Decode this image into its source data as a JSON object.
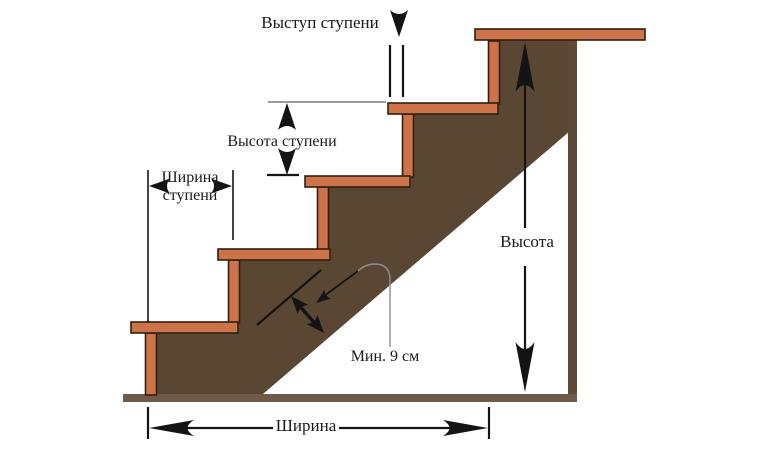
{
  "diagram": {
    "type": "staircase-dimension-scheme",
    "language": "ru",
    "steps_count": 5,
    "labels": {
      "step_nosing": "Выступ ступени",
      "step_height": "Высота ступени",
      "step_width_line1": "Ширина",
      "step_width_line2": "ступени",
      "total_height": "Высота",
      "min_stringer_thickness": "Мин. 9 см",
      "total_width": "Ширина"
    },
    "colors": {
      "background": "#ffffff",
      "tread_fill": "#cd7349",
      "tread_outline": "#32200f",
      "stringer_fill": "#594733",
      "wall_fill": "#5e4b37",
      "ground_fill": "#6e5b47",
      "dimension_color": "#141414",
      "guide_line_color": "#9b9b9b",
      "leader_line_color": "#8f8f8f",
      "text_color": "#1a1a1a"
    }
  }
}
